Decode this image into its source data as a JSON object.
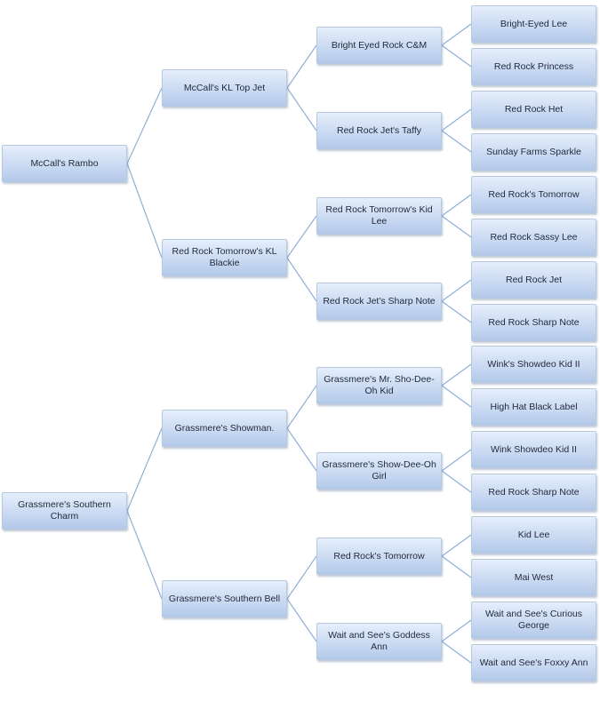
{
  "families": [
    {
      "name": "McCall's Rambo",
      "sire": {
        "name": "McCall's KL Top Jet",
        "sire": {
          "name": "Bright Eyed Rock C&M",
          "sire": "Bright-Eyed Lee",
          "dam": "Red Rock Princess"
        },
        "dam": {
          "name": "Red Rock Jet's Taffy",
          "sire": "Red Rock Het",
          "dam": "Sunday Farms Sparkle"
        }
      },
      "dam": {
        "name": "Red Rock Tomorrow's KL Blackie",
        "sire": {
          "name": "Red Rock Tomorrow's Kid Lee",
          "sire": "Red Rock's Tomorrow",
          "dam": "Red Rock Sassy Lee"
        },
        "dam": {
          "name": "Red Rock Jet's Sharp Note",
          "sire": "Red Rock Jet",
          "dam": "Red Rock Sharp Note"
        }
      }
    },
    {
      "name": "Grassmere's  Southern Charm",
      "sire": {
        "name": "Grassmere's Showman.",
        "sire": {
          "name": "Grassmere's Mr. Sho-Dee-Oh Kid",
          "sire": "Wink's Showdeo Kid II",
          "dam": "High Hat Black Label"
        },
        "dam": {
          "name": "Grassmere's Show-Dee-Oh Girl",
          "sire": "Wink Showdeo Kid II",
          "dam": "Red Rock Sharp Note"
        }
      },
      "dam": {
        "name": "Grassmere's Southern Bell",
        "sire": {
          "name": "Red Rock's Tomorrow",
          "sire": "Kid Lee",
          "dam": "Mai West"
        },
        "dam": {
          "name": "Wait and See's Goddess Ann",
          "sire": "Wait and See's Curious George",
          "dam": "Wait and See's Foxxy Ann"
        }
      }
    }
  ]
}
